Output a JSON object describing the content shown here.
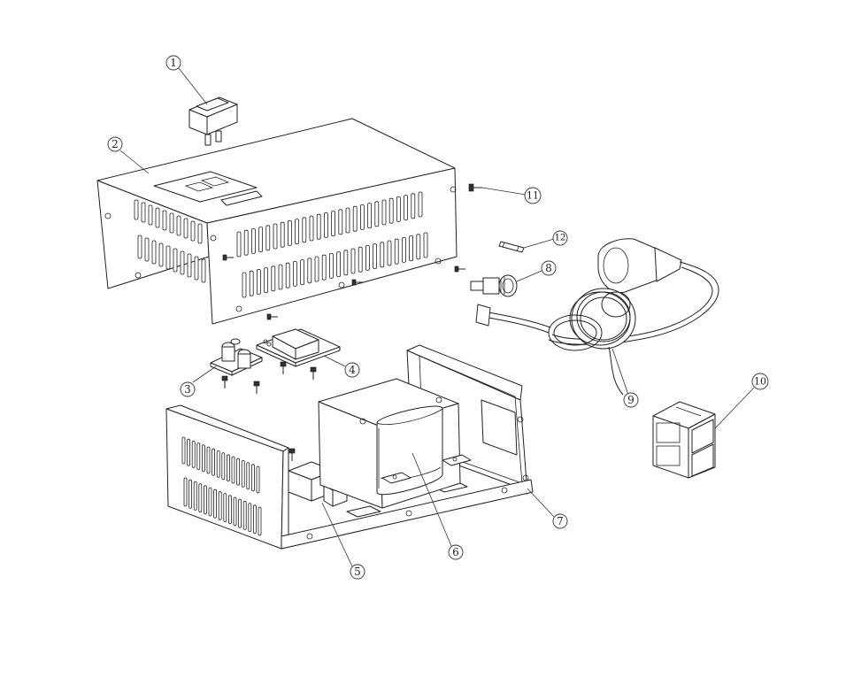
{
  "callouts": [
    {
      "id": "1",
      "part": "rocker-switch",
      "label": "1"
    },
    {
      "id": "2",
      "part": "top-cover",
      "label": "2"
    },
    {
      "id": "3",
      "part": "circuit-board-a",
      "label": "3"
    },
    {
      "id": "4",
      "part": "circuit-board-b",
      "label": "4"
    },
    {
      "id": "5",
      "part": "terminal-block",
      "label": "5"
    },
    {
      "id": "6",
      "part": "transformer",
      "label": "6"
    },
    {
      "id": "7",
      "part": "base-chassis",
      "label": "7"
    },
    {
      "id": "8",
      "part": "fuse-holder",
      "label": "8"
    },
    {
      "id": "9",
      "part": "power-cord",
      "label": "9"
    },
    {
      "id": "10",
      "part": "output-socket",
      "label": "10"
    },
    {
      "id": "11",
      "part": "screw",
      "label": "11"
    },
    {
      "id": "12",
      "part": "fuse",
      "label": "12"
    }
  ]
}
